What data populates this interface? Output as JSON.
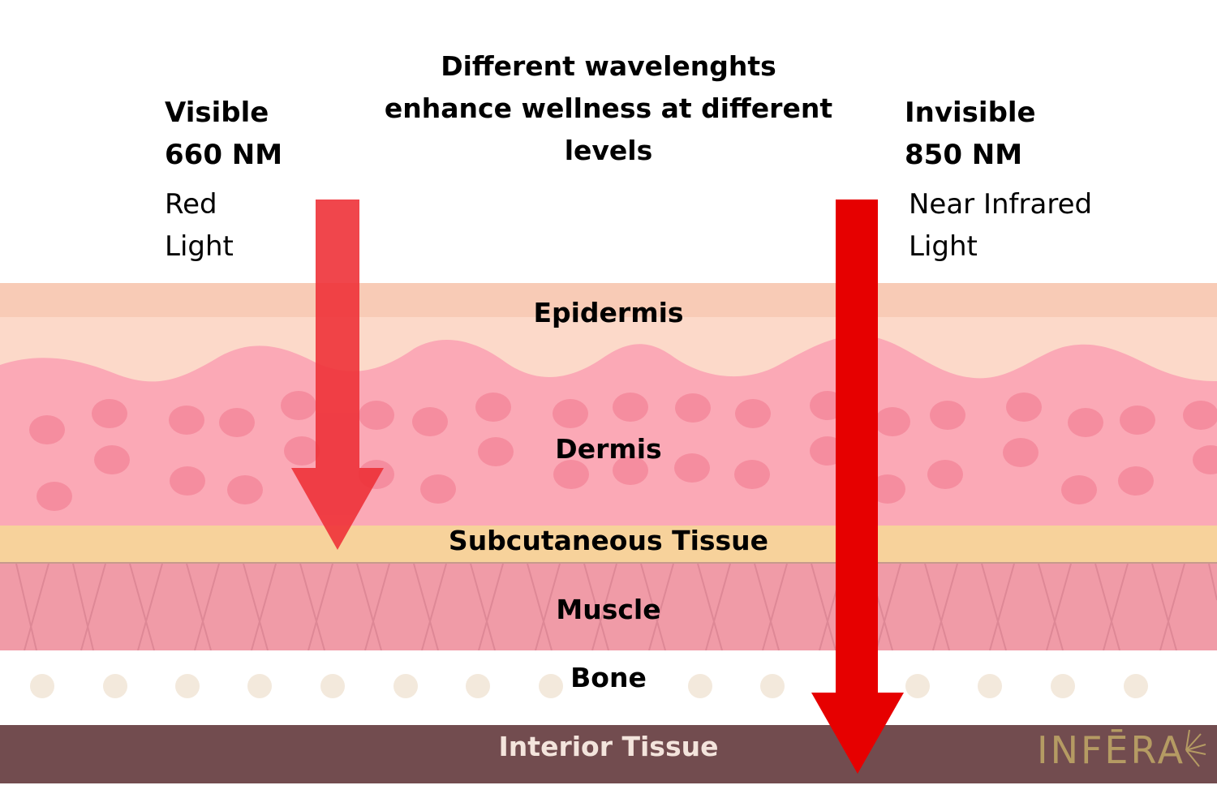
{
  "title_lines": [
    "Different wavelenghts",
    "enhance wellness at different",
    "levels"
  ],
  "visible": {
    "heading": [
      "Visible",
      "660 NM"
    ],
    "sub": [
      "Red",
      "Light"
    ]
  },
  "invisible": {
    "heading": [
      "Invisible",
      "850 NM"
    ],
    "sub": [
      "Near Infrared",
      "Light"
    ]
  },
  "layers": {
    "epidermis": "Epidermis",
    "dermis": "Dermis",
    "subcutaneous": "Subcutaneous Tissue",
    "muscle": "Muscle",
    "bone": "Bone",
    "interior": "Interior Tissue"
  },
  "logo": "INFĒRA",
  "colors": {
    "epidermis_top": "#f8cbb6",
    "epidermis": "#fcd9c9",
    "dermis": "#fba9b6",
    "dermis_cells": "#f58d9f",
    "subcutaneous": "#f7d29b",
    "muscle": "#f09ba7",
    "bone_dots": "#f3e9dc",
    "interior": "#724c4f",
    "red_arrow": "#ee3239",
    "nir_arrow": "#e60000",
    "logo": "#b59b63"
  }
}
